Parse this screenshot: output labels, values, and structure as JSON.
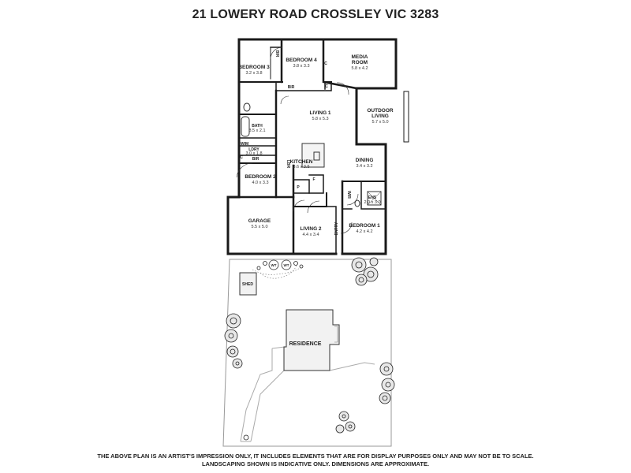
{
  "title": "21 LOWERY ROAD CROSSLEY VIC 3283",
  "rooms": {
    "bedroom3": {
      "name": "BEDROOM 3",
      "dims": "3.2 x 3.8"
    },
    "bedroom4": {
      "name": "BEDROOM 4",
      "dims": "3.8 x 3.3"
    },
    "media": {
      "name1": "MEDIA",
      "name2": "ROOM",
      "dims": "5.8 x 4.2"
    },
    "living1": {
      "name": "LIVING 1",
      "dims": "5.8 x 5.3"
    },
    "outdoor": {
      "name1": "OUTDOOR",
      "name2": "LIVING",
      "dims": "5.7 x 5.0"
    },
    "bath": {
      "name": "BATH",
      "dims": "3.5 x 2.1"
    },
    "ldry": {
      "name": "LDRY",
      "dims": "3.0 x 1.8"
    },
    "kitchen": {
      "name": "KITCHEN",
      "dims": "3.6 x 3.5"
    },
    "dining": {
      "name": "DINING",
      "dims": "3.4 x 3.2"
    },
    "bedroom2": {
      "name": "BEDROOM 2",
      "dims": "4.0 x 3.3"
    },
    "ens": {
      "name": "ENS",
      "dims": "2.0 x 3.0"
    },
    "garage": {
      "name": "GARAGE",
      "dims": "5.5 x 5.0"
    },
    "living2": {
      "name": "LIVING 2",
      "dims": "4.4 x 3.4"
    },
    "bedroom1": {
      "name": "BEDROOM 1",
      "dims": "4.2 x 4.2"
    }
  },
  "small_labels": {
    "bir": "BIR",
    "wim": "WIM",
    "wir": "WIR",
    "c": "C",
    "p": "P",
    "f": "F",
    "lbr": "LBR",
    "entry": "ENTRY",
    "wt": "WT"
  },
  "site": {
    "shed": "SHED",
    "residence": "RESIDENCE"
  },
  "disclaimer": {
    "line1": "THE ABOVE PLAN IS AN ARTIST'S IMPRESSION ONLY, IT INCLUDES ELEMENTS THAT ARE FOR DISPLAY PURPOSES ONLY AND MAY NOT BE TO SCALE.",
    "line2": "LANDSCAPING SHOWN IS INDICATIVE ONLY. DIMENSIONS ARE APPROXIMATE."
  }
}
